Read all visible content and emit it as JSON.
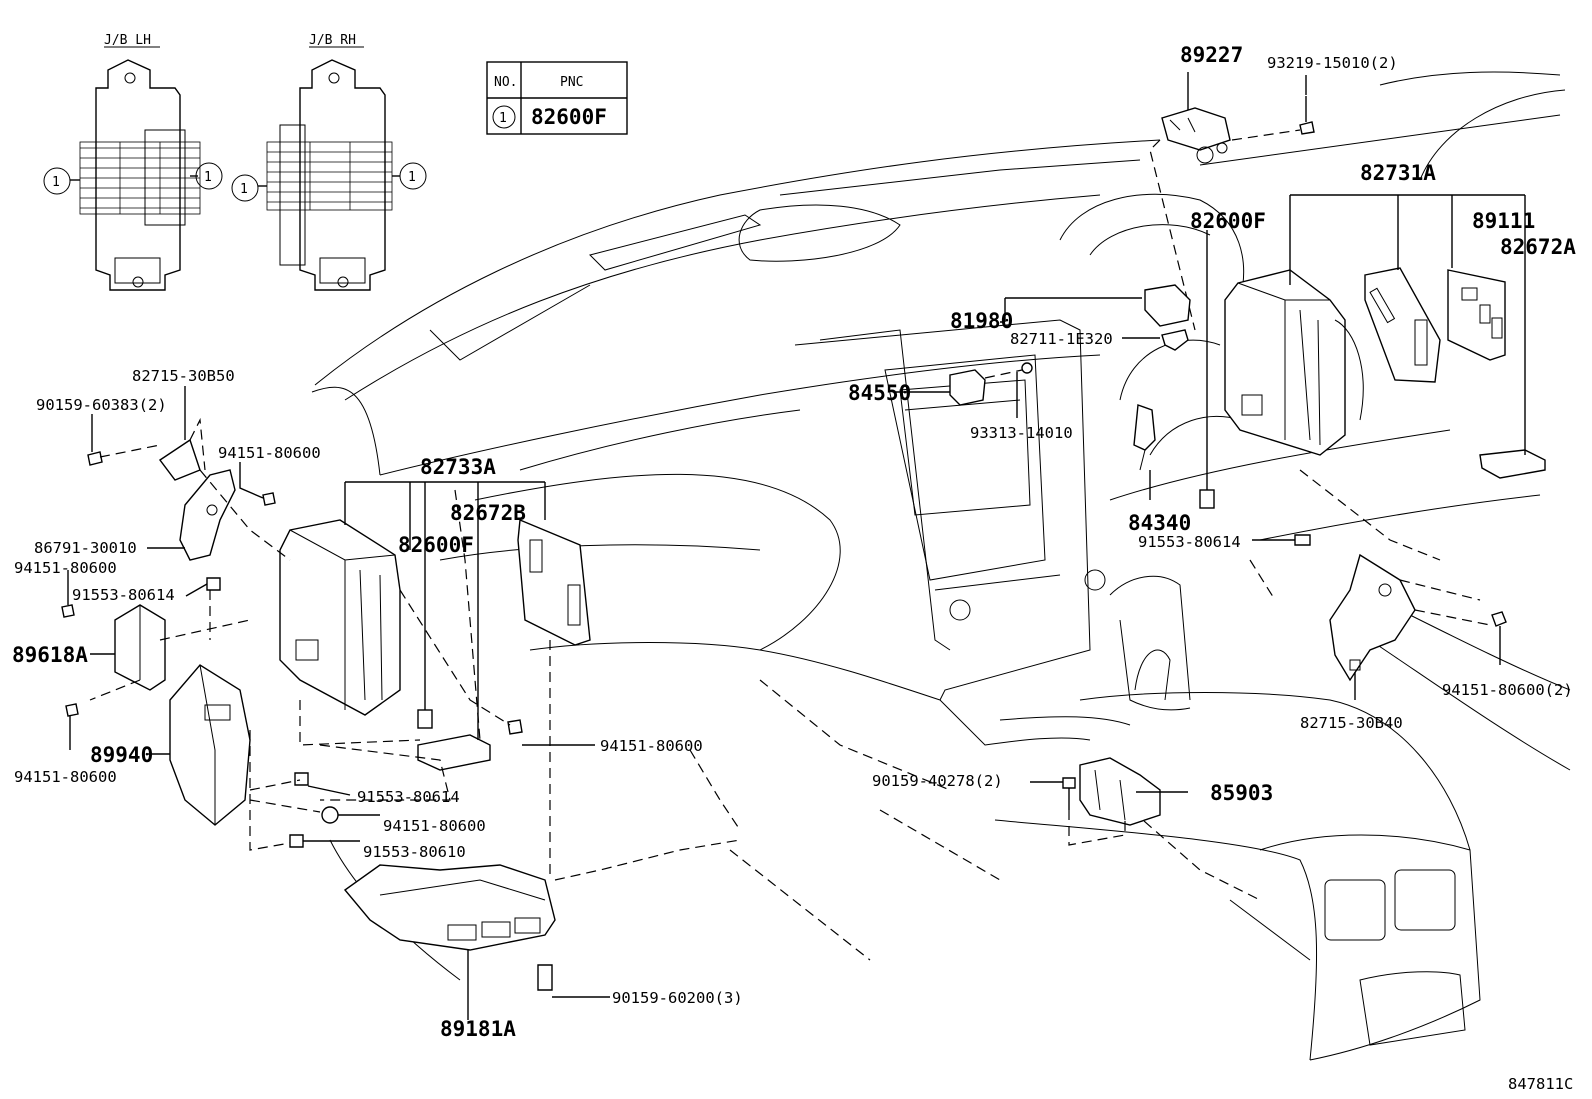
{
  "junction_boxes": {
    "left_title": "J/B LH",
    "right_title": "J/B RH",
    "callout": "1"
  },
  "pnc_table": {
    "header_no": "NO.",
    "header_pnc": "PNC",
    "rows": [
      {
        "no": "1",
        "pnc": "82600F"
      }
    ]
  },
  "labels": [
    {
      "id": "p89227",
      "text": "89227"
    },
    {
      "id": "p93219",
      "text": "93219-15010(2)"
    },
    {
      "id": "p82731a",
      "text": "82731A"
    },
    {
      "id": "p82600f_r",
      "text": "82600F"
    },
    {
      "id": "p89111",
      "text": "89111"
    },
    {
      "id": "p82672a",
      "text": "82672A"
    },
    {
      "id": "p81980",
      "text": "81980"
    },
    {
      "id": "p82711",
      "text": "82711-1E320"
    },
    {
      "id": "p84550",
      "text": "84550"
    },
    {
      "id": "p93313",
      "text": "93313-14010"
    },
    {
      "id": "p84340",
      "text": "84340"
    },
    {
      "id": "p91553_r",
      "text": "91553-80614"
    },
    {
      "id": "p94151_r2",
      "text": "94151-80600(2)"
    },
    {
      "id": "p82715_b40",
      "text": "82715-30B40"
    },
    {
      "id": "p90159_40278",
      "text": "90159-40278(2)"
    },
    {
      "id": "p85903",
      "text": "85903"
    },
    {
      "id": "p82715_b50",
      "text": "82715-30B50"
    },
    {
      "id": "p90159_60383",
      "text": "90159-60383(2)"
    },
    {
      "id": "p94151_a",
      "text": "94151-80600"
    },
    {
      "id": "p86791",
      "text": "86791-30010"
    },
    {
      "id": "p94151_b",
      "text": "94151-80600"
    },
    {
      "id": "p91553_a",
      "text": "91553-80614"
    },
    {
      "id": "p89618a",
      "text": "89618A"
    },
    {
      "id": "p89940",
      "text": "89940"
    },
    {
      "id": "p94151_c",
      "text": "94151-80600"
    },
    {
      "id": "p82733a",
      "text": "82733A"
    },
    {
      "id": "p82672b",
      "text": "82672B"
    },
    {
      "id": "p82600f_l",
      "text": "82600F"
    },
    {
      "id": "p94151_d",
      "text": "94151-80600"
    },
    {
      "id": "p91553_b",
      "text": "91553-80614"
    },
    {
      "id": "p94151_e",
      "text": "94151-80600"
    },
    {
      "id": "p91553_80610",
      "text": "91553-80610"
    },
    {
      "id": "p90159_60200",
      "text": "90159-60200(3)"
    },
    {
      "id": "p89181a",
      "text": "89181A"
    }
  ],
  "illustration_number": "847811C"
}
